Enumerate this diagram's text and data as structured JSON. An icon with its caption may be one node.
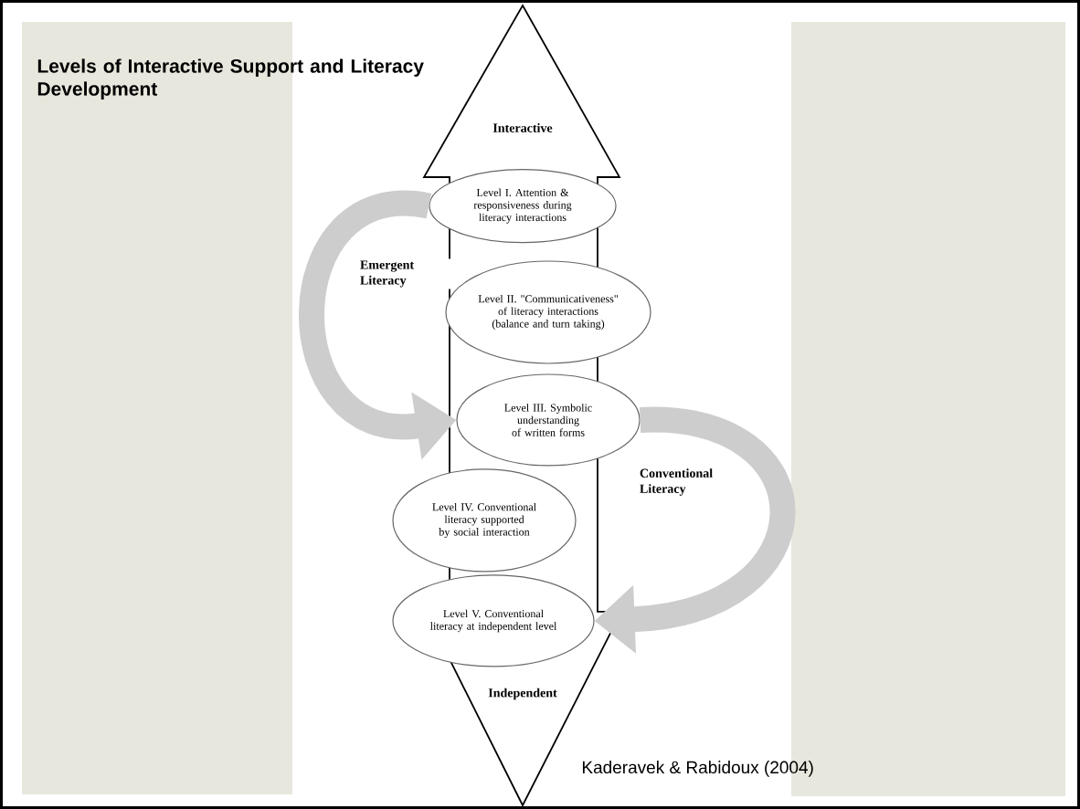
{
  "diagram": {
    "title": "Levels of Interactive Support and Literacy Development",
    "caption": "Kaderavek & Rabidoux (2004)",
    "nodes": [
      {
        "text": [
          "Interactive",
          "Independent"
        ]
      },
      {
        "text": [
          "Level I. Attention & responsiveness during literacy interactions"
        ],
        "in": 0
      },
      {
        "text": [
          "Level II. \"Communicativeness\" of literacy interactions (balance and turn taking)"
        ]
      },
      {
        "text": [
          "Level III. Symbolic understanding of written forms"
        ]
      },
      {
        "text": [
          "Level IV. Conventional literacy supported by social interaction"
        ]
      },
      {
        "text": [
          "Level V. Conventional literacy at independent level"
        ]
      }
    ],
    "edges": [
      {
        "from": 1,
        "to": 3,
        "arrow": "to",
        "label": "Emergent Literacy"
      },
      {
        "from": 3,
        "to": 5,
        "arrow": "to",
        "label": "Conventional Literacy"
      }
    ]
  }
}
